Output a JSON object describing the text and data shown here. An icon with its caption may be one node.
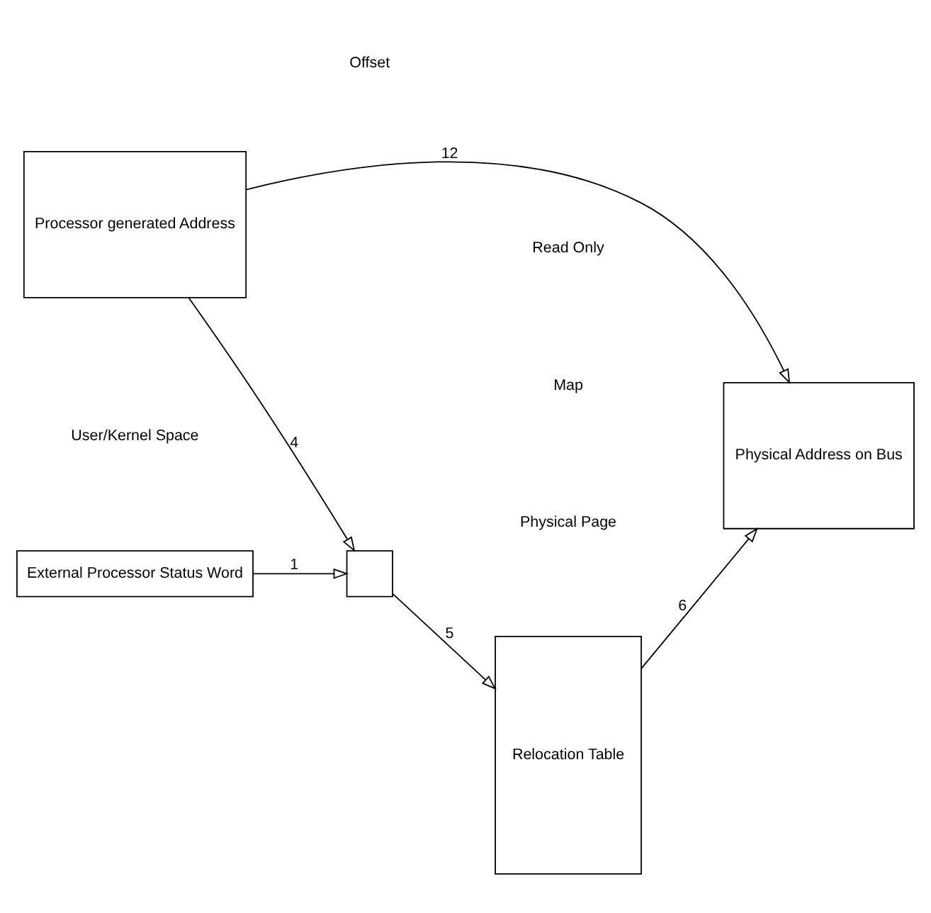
{
  "diagram": {
    "nodes": [
      {
        "text": [
          "External Processor Status Word"
        ]
      },
      {
        "text": [
          "Relocation Table"
        ]
      },
      {
        "text": [],
        "shape": "box"
      },
      {
        "text": [
          "Processor generated Address"
        ]
      },
      {
        "text": [
          "Physical Address on Bus"
        ]
      }
    ],
    "edges": [
      {
        "from": 0,
        "to": 2,
        "arrow": "to",
        "label": "1"
      },
      {
        "from": 3,
        "to": 2,
        "arrow": "to",
        "label": "4"
      },
      {
        "from": 2,
        "to": 1,
        "arrow": "to",
        "label": "5"
      },
      {
        "from": 1,
        "to": 4,
        "arrow": "to",
        "label": "6"
      },
      {
        "from": 3,
        "to": 4,
        "arrow": "to",
        "label": "12"
      }
    ],
    "labels": [
      "Read Only",
      "Map",
      "Physical Page",
      "User/Kernel Space",
      "Offset"
    ]
  }
}
